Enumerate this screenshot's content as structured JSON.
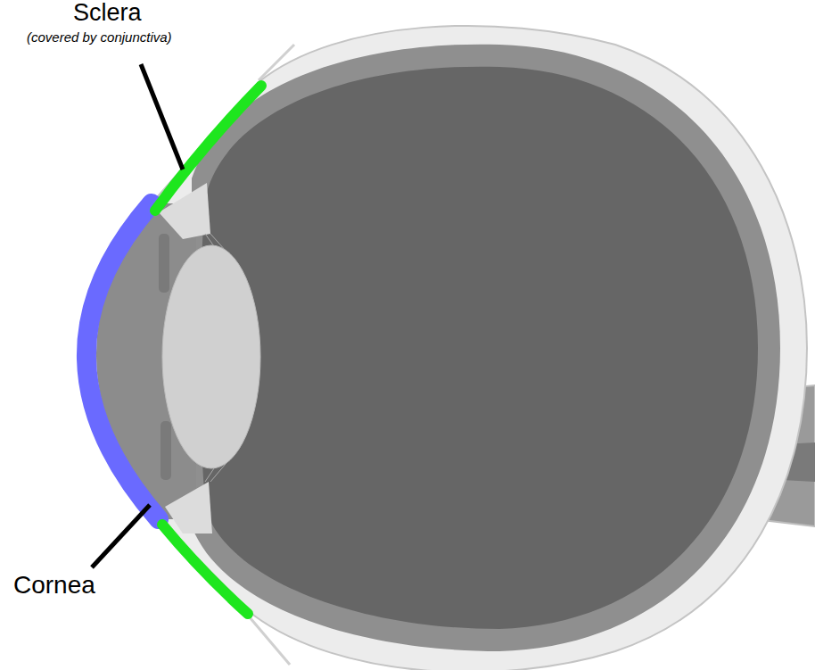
{
  "diagram": {
    "labels": [
      "Sclera",
      "(covered by conjunctiva)",
      "Cornea"
    ]
  }
}
